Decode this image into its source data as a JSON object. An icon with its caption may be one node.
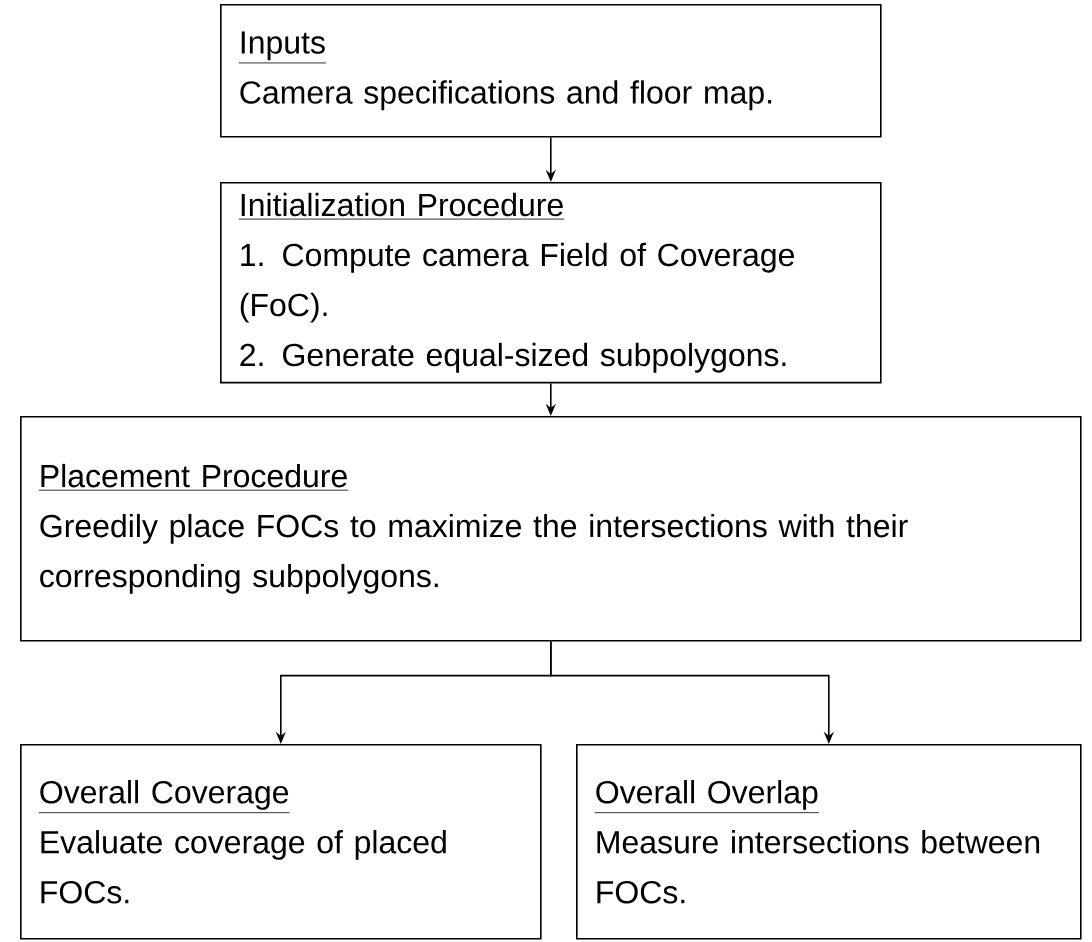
{
  "diagram": {
    "nodes": [
      {
        "text": [
          "Inputs",
          "Camera specifications and floor map."
        ]
      },
      {
        "text": [
          "Initialization Procedure",
          "1. Compute camera Field of Coverage (FoC).",
          "2. Generate equal-sized subpolygons."
        ]
      },
      {
        "text": [
          "Placement Procedure",
          "Greedily place FOCs to maximize the intersections with their corresponding subpolygons."
        ]
      },
      {
        "text": [
          "Overall Coverage",
          "Evaluate coverage of placed FOCs."
        ]
      },
      {
        "text": [
          "Overall Overlap",
          "Measure intersections between FOCs."
        ]
      }
    ],
    "edges": [
      {
        "from": 0,
        "to": 1,
        "arrow": "to"
      },
      {
        "from": 1,
        "to": 2,
        "arrow": "to"
      },
      {
        "from": 2,
        "to": 3,
        "arrow": "to"
      },
      {
        "from": 2,
        "to": 4,
        "arrow": "to"
      }
    ]
  }
}
